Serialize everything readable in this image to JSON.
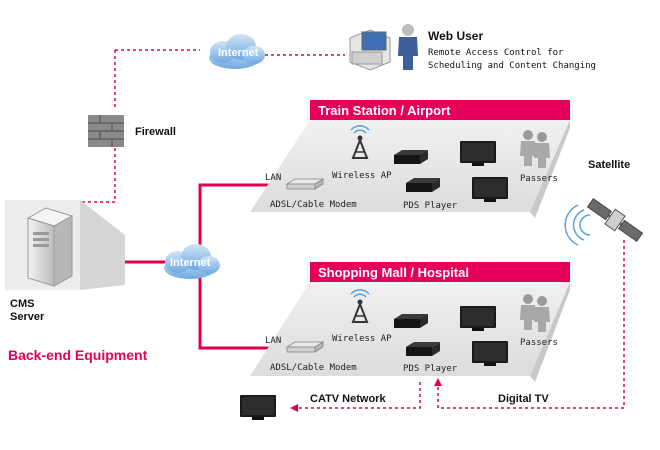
{
  "colors": {
    "accent": "#e5005a",
    "link": "#e0004d",
    "platform_top": "#e6e6e6",
    "platform_side": "#cfcfcf",
    "cloud": "#7fb3e6",
    "device": "#222222"
  },
  "labels": {
    "internet_top": "Internet",
    "internet_mid": "Internet",
    "web_user_title": "Web User",
    "web_user_line1": "Remote Access Control for",
    "web_user_line2": "Scheduling and Content Changing",
    "firewall": "Firewall",
    "cms_line1": "CMS",
    "cms_line2": "Server",
    "backend": "Back-end Equipment",
    "satellite": "Satellite",
    "catv": "CATV Network",
    "digital_tv": "Digital TV"
  },
  "sites": [
    {
      "title": "Train Station / Airport",
      "lan": "LAN",
      "wireless_ap": "Wireless AP",
      "modem": "ADSL/Cable Modem",
      "pds_player": "PDS Player",
      "passers": "Passers"
    },
    {
      "title": "Shopping Mall / Hospital",
      "lan": "LAN",
      "wireless_ap": "Wireless AP",
      "modem": "ADSL/Cable Modem",
      "pds_player": "PDS Player",
      "passers": "Passers"
    }
  ],
  "icons": {
    "cloud": "cloud-icon",
    "computer": "computer-icon",
    "person": "person-icon",
    "firewall": "firewall-icon",
    "server": "server-icon",
    "satellite": "satellite-icon",
    "tv": "tv-icon",
    "player": "media-player-icon",
    "router": "wireless-router-icon",
    "modem": "modem-icon"
  }
}
